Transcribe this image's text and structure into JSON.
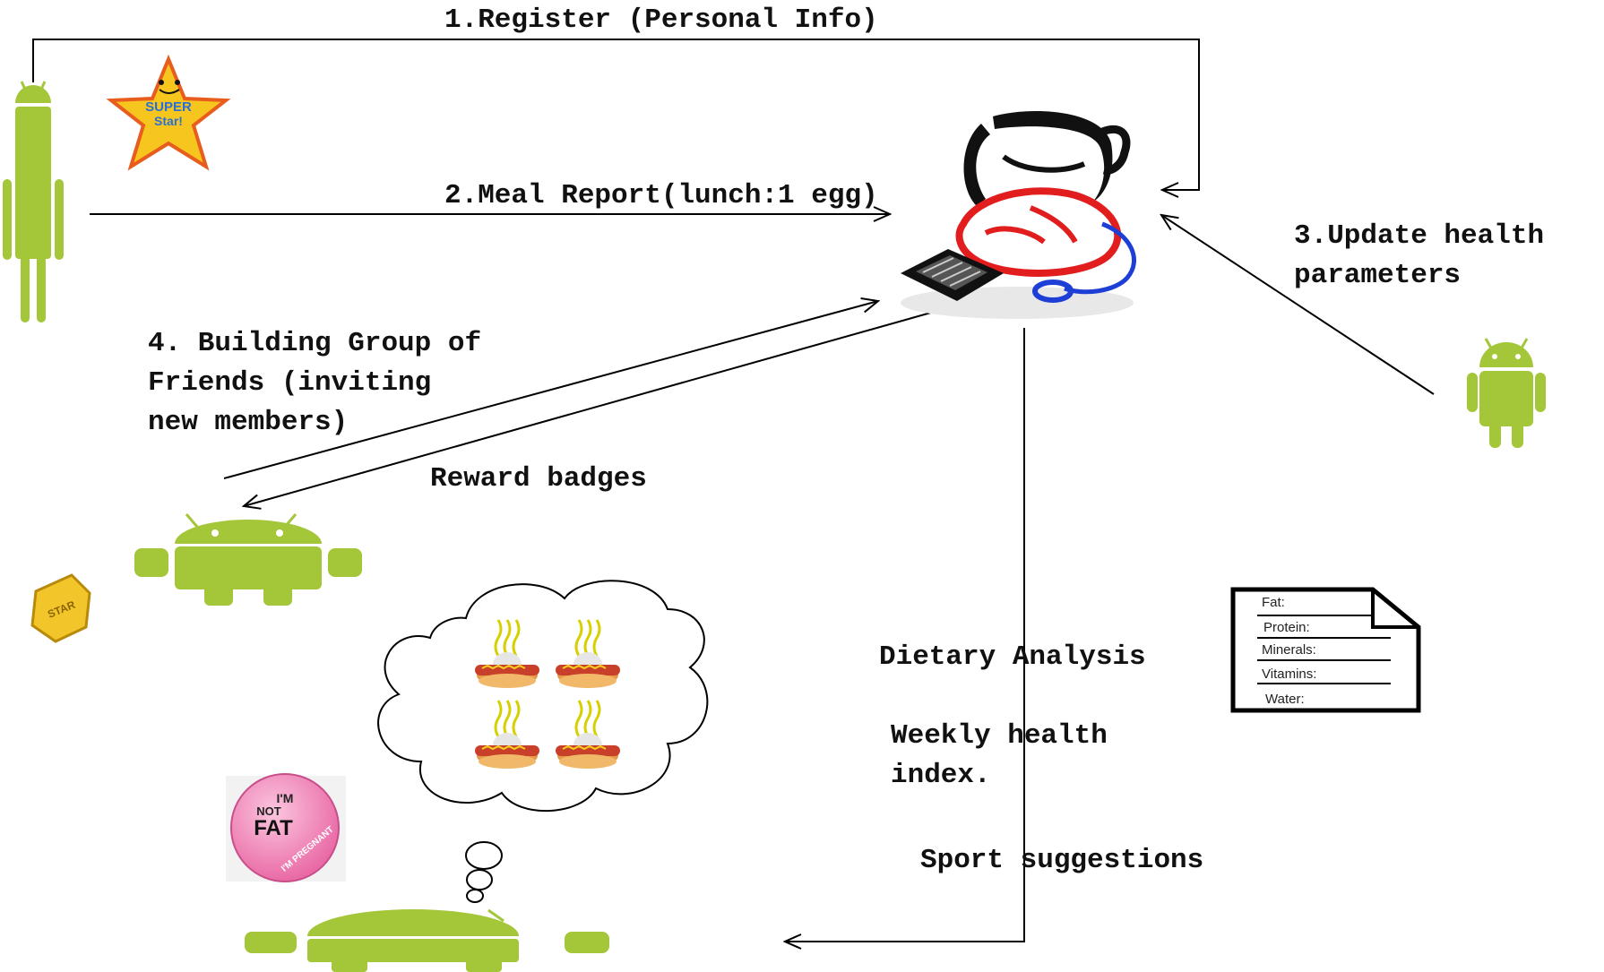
{
  "labels": {
    "step1": "1.Register (Personal Info)",
    "step2": "2.Meal Report(lunch:1 egg)",
    "step3": "3.Update health\nparameters",
    "step4": "4. Building Group of\nFriends (inviting\nnew members)",
    "reward": "Reward badges",
    "dietary": "Dietary Analysis",
    "weekly": "Weekly health\nindex.",
    "sport": "Sport suggestions"
  },
  "nutrition_sheet": {
    "rows": [
      "Fat:",
      "Protein:",
      "Minerals:",
      "Vitamins:",
      "Water:"
    ]
  },
  "badges": {
    "superstar": [
      "SUPER",
      "Star!"
    ],
    "shield": "STAR",
    "button": [
      "I'M",
      "NOT",
      "FAT",
      "I'M PREGNANT"
    ]
  },
  "colors": {
    "android_green": "#a4c639",
    "monitor_red": "#e11d1d",
    "mouse_blue": "#1d3fd6",
    "star_yellow": "#f7c61e",
    "badge_pink": "#f48fbf"
  }
}
